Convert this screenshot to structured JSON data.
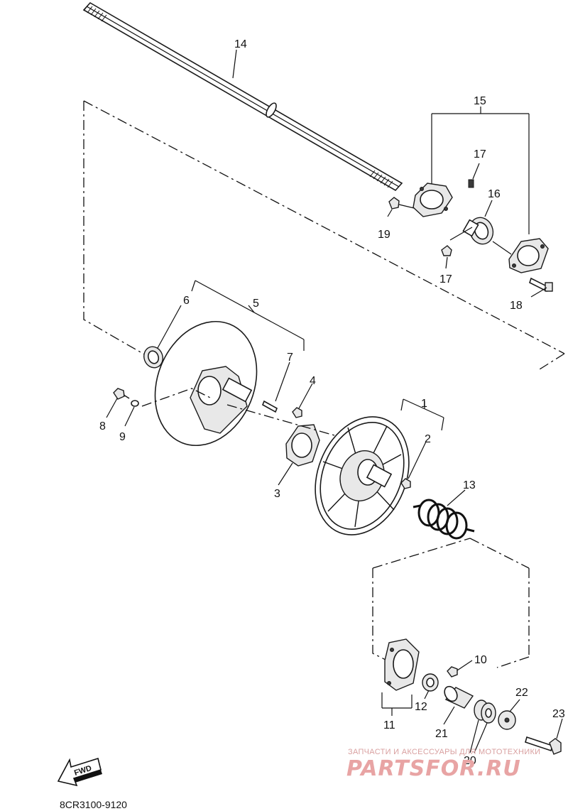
{
  "diagram": {
    "callouts": {
      "p1": "1",
      "p2": "2",
      "p3": "3",
      "p4": "4",
      "p5": "5",
      "p6": "6",
      "p7": "7",
      "p8": "8",
      "p9": "9",
      "p10": "10",
      "p11": "11",
      "p12": "12",
      "p13": "13",
      "p14": "14",
      "p15": "15",
      "p16": "16",
      "p17a": "17",
      "p17b": "17",
      "p18": "18",
      "p19": "19",
      "p20": "20",
      "p21": "21",
      "p22": "22",
      "p23": "23"
    },
    "diagram_code": "8CR3100-9120",
    "fwd_label": "FWD",
    "icons": {
      "direction": "fwd-arrow-icon"
    }
  },
  "watermark": {
    "tagline": "ЗАПЧАСТИ И АКСЕССУАРЫ ДЛЯ МОТОТЕХНИКИ",
    "brand": "PARTSFOR.RU",
    "color": "#e8a4a4"
  }
}
